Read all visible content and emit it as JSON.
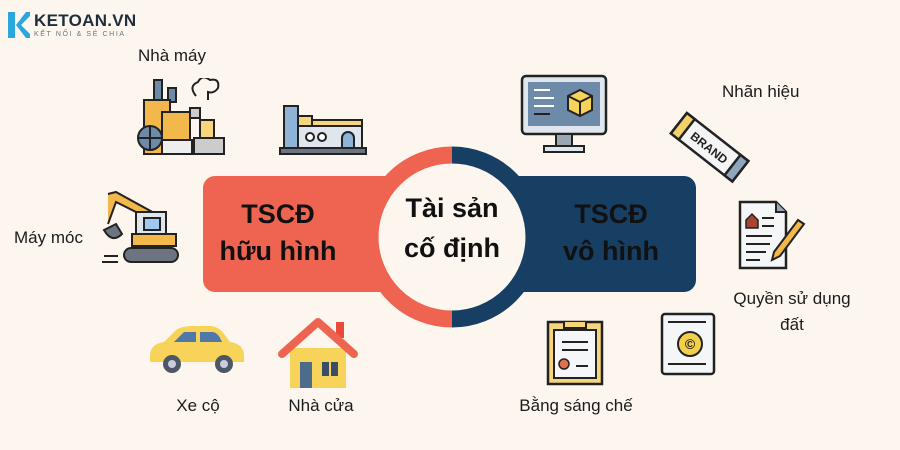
{
  "logo": {
    "title": "KETOAN.VN",
    "subtitle": "KẾT NỐI & SẺ CHIA",
    "color": "#2aa7dd"
  },
  "center": {
    "line1": "Tài sản",
    "line2": "cố định"
  },
  "left_branch": {
    "line1": "TSCĐ",
    "line2": "hữu hình",
    "color": "#ee6451"
  },
  "right_branch": {
    "line1": "TSCĐ",
    "line2": "vô hình",
    "color": "#173e63"
  },
  "tangible_items": [
    {
      "label": "Nhà máy",
      "icon": "factory-icon"
    },
    {
      "label": "",
      "icon": "plant-building-icon"
    },
    {
      "label": "Máy móc",
      "icon": "excavator-icon"
    },
    {
      "label": "Xe cộ",
      "icon": "car-icon"
    },
    {
      "label": "Nhà cửa",
      "icon": "house-icon"
    }
  ],
  "intangible_items": [
    {
      "label": "",
      "icon": "software-monitor-icon"
    },
    {
      "label": "Nhãn hiệu",
      "icon": "brand-label-icon"
    },
    {
      "label": "Quyền sử dụng",
      "label2": "đất",
      "icon": "land-use-document-icon"
    },
    {
      "label": "Bằng sáng chế",
      "icon": "patent-certificate-icon"
    },
    {
      "label": "",
      "icon": "copyright-document-icon"
    }
  ],
  "colors": {
    "background": "#fcf6ee",
    "accent_red": "#ee6451",
    "accent_navy": "#173e63"
  }
}
